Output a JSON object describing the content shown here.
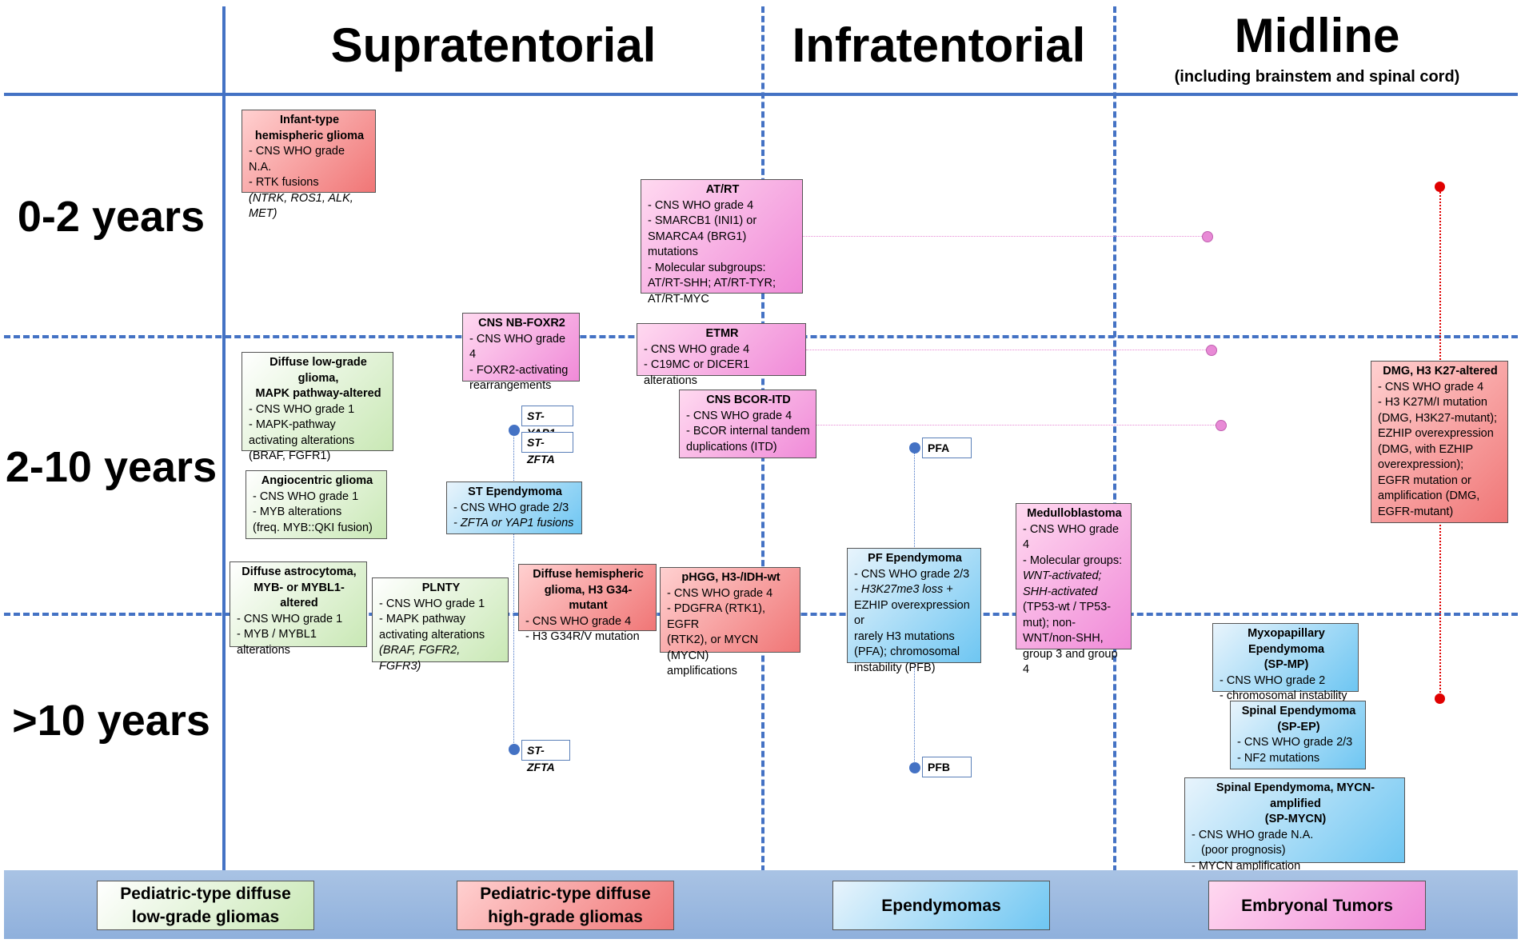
{
  "headers": {
    "supratentorial": "Supratentorial",
    "infratentorial": "Infratentorial",
    "midline": "Midline",
    "midline_sub": "(including brainstem and spinal cord)"
  },
  "ages": {
    "a1": "0-2 years",
    "a2": "2-10 years",
    "a3": ">10 years"
  },
  "boxes": {
    "ihg": {
      "title1": "Infant-type",
      "title2": "hemispheric glioma",
      "l1": "- CNS WHO grade N.A.",
      "l2": "- RTK fusions",
      "l3": "(NTRK, ROS1, ALK, MET)"
    },
    "atrt": {
      "title": "AT/RT",
      "l1": "- CNS WHO grade 4",
      "l2": "- SMARCB1 (INI1) or",
      "l3": "SMARCA4 (BRG1) mutations",
      "l4": "- Molecular subgroups:",
      "l5": "AT/RT-SHH; AT/RT-TYR;",
      "l6": "AT/RT-MYC"
    },
    "nbfoxr2": {
      "title": "CNS NB-FOXR2",
      "l1": "- CNS WHO grade 4",
      "l2": "- FOXR2-activating",
      "l3": "rearrangements"
    },
    "etmr": {
      "title": "ETMR",
      "l1": "- CNS WHO grade 4",
      "l2": "- C19MC or DICER1 alterations"
    },
    "bcor": {
      "title": "CNS BCOR-ITD",
      "l1": "- CNS WHO grade 4",
      "l2": "- BCOR internal tandem",
      "l3": "duplications (ITD)"
    },
    "dlgg": {
      "title1": "Diffuse low-grade glioma,",
      "title2": "MAPK pathway-altered",
      "l1": "- CNS WHO grade 1",
      "l2": "- MAPK-pathway",
      "l3": "activating alterations",
      "l4": "(BRAF, FGFR1)"
    },
    "angio": {
      "title": "Angiocentric glioma",
      "l1": "- CNS WHO grade 1",
      "l2": "- MYB alterations",
      "l3": "(freq. MYB::QKI fusion)"
    },
    "steep": {
      "title": "ST Ependymoma",
      "l1": "- CNS WHO grade 2/3",
      "l2": "- ZFTA or YAP1 fusions"
    },
    "dmg": {
      "title": "DMG, H3 K27-altered",
      "l1": "- CNS WHO grade 4",
      "l2": "- H3 K27M/I mutation",
      "l3": "(DMG, H3K27-mutant);",
      "l4": "EZHIP overexpression",
      "l5": "(DMG, with EZHIP",
      "l6": "overexpression);",
      "l7": "EGFR mutation or",
      "l8": "amplification (DMG,",
      "l9": "EGFR-mutant)"
    },
    "medullo": {
      "title": "Medulloblastoma",
      "l1": "- CNS WHO grade 4",
      "l2": "- Molecular groups:",
      "l3": "WNT-activated;",
      "l4": "SHH-activated",
      "l5": "(TP53-wt / TP53-",
      "l6": "mut); non-",
      "l7": "WNT/non-SHH,",
      "l8": "group 3 and group 4"
    },
    "dastro": {
      "title1": "Diffuse astrocytoma,",
      "title2": "MYB- or MYBL1-altered",
      "l1": "- CNS WHO grade 1",
      "l2": "- MYB / MYBL1",
      "l3": "alterations"
    },
    "plnty": {
      "title": "PLNTY",
      "l1": "- CNS WHO grade 1",
      "l2": "- MAPK pathway",
      "l3": "activating alterations",
      "l4": "(BRAF, FGFR2, FGFR3)"
    },
    "dhg": {
      "title1": "Diffuse hemispheric",
      "title2": "glioma, H3 G34-mutant",
      "l1": "- CNS WHO grade 4",
      "l2": "- H3 G34R/V mutation"
    },
    "phgg": {
      "title": "pHGG, H3-/IDH-wt",
      "l1": "- CNS WHO grade 4",
      "l2": "- PDGFRA (RTK1), EGFR",
      "l3": "(RTK2), or MYCN (MYCN)",
      "l4": "amplifications"
    },
    "pfep": {
      "title": "PF Ependymoma",
      "l1": "- CNS WHO grade 2/3",
      "l2": "- H3K27me3 loss  +",
      "l3": "EZHIP overexpression or",
      "l4": "rarely H3 mutations",
      "l5": "(PFA); chromosomal",
      "l6": "instability (PFB)"
    },
    "mpe": {
      "title1": "Myxopapillary Ependymoma",
      "title2": "(SP-MP)",
      "l1": "- CNS WHO grade 2",
      "l2": "- chromosomal instability"
    },
    "spep": {
      "title1": "Spinal Ependymoma",
      "title2": "(SP-EP)",
      "l1": "- CNS WHO grade 2/3",
      "l2": "- NF2 mutations"
    },
    "spmycn": {
      "title1": "Spinal Ependymoma, MYCN-amplified",
      "title2": "(SP-MYCN)",
      "l1": "- CNS WHO grade N.A.",
      "l2": "(poor prognosis)",
      "l3": "- MYCN amplification"
    }
  },
  "tags": {
    "styap1": "ST-YAP1",
    "stzfta1": "ST-ZFTA",
    "stzfta2": "ST-ZFTA",
    "pfa": "PFA",
    "pfb": "PFB"
  },
  "legend": {
    "lgg1": "Pediatric-type diffuse",
    "lgg2": "low-grade gliomas",
    "hgg1": "Pediatric-type diffuse",
    "hgg2": "high-grade gliomas",
    "epend": "Ependymomas",
    "embryo": "Embryonal Tumors"
  },
  "colors": {
    "line": "#4472c4",
    "low_grade": "#c9e8b5",
    "high_grade": "#f07676",
    "ependymoma": "#6ec6f2",
    "embryonal": "#f08ad8",
    "midline_marker": "#e00000"
  }
}
